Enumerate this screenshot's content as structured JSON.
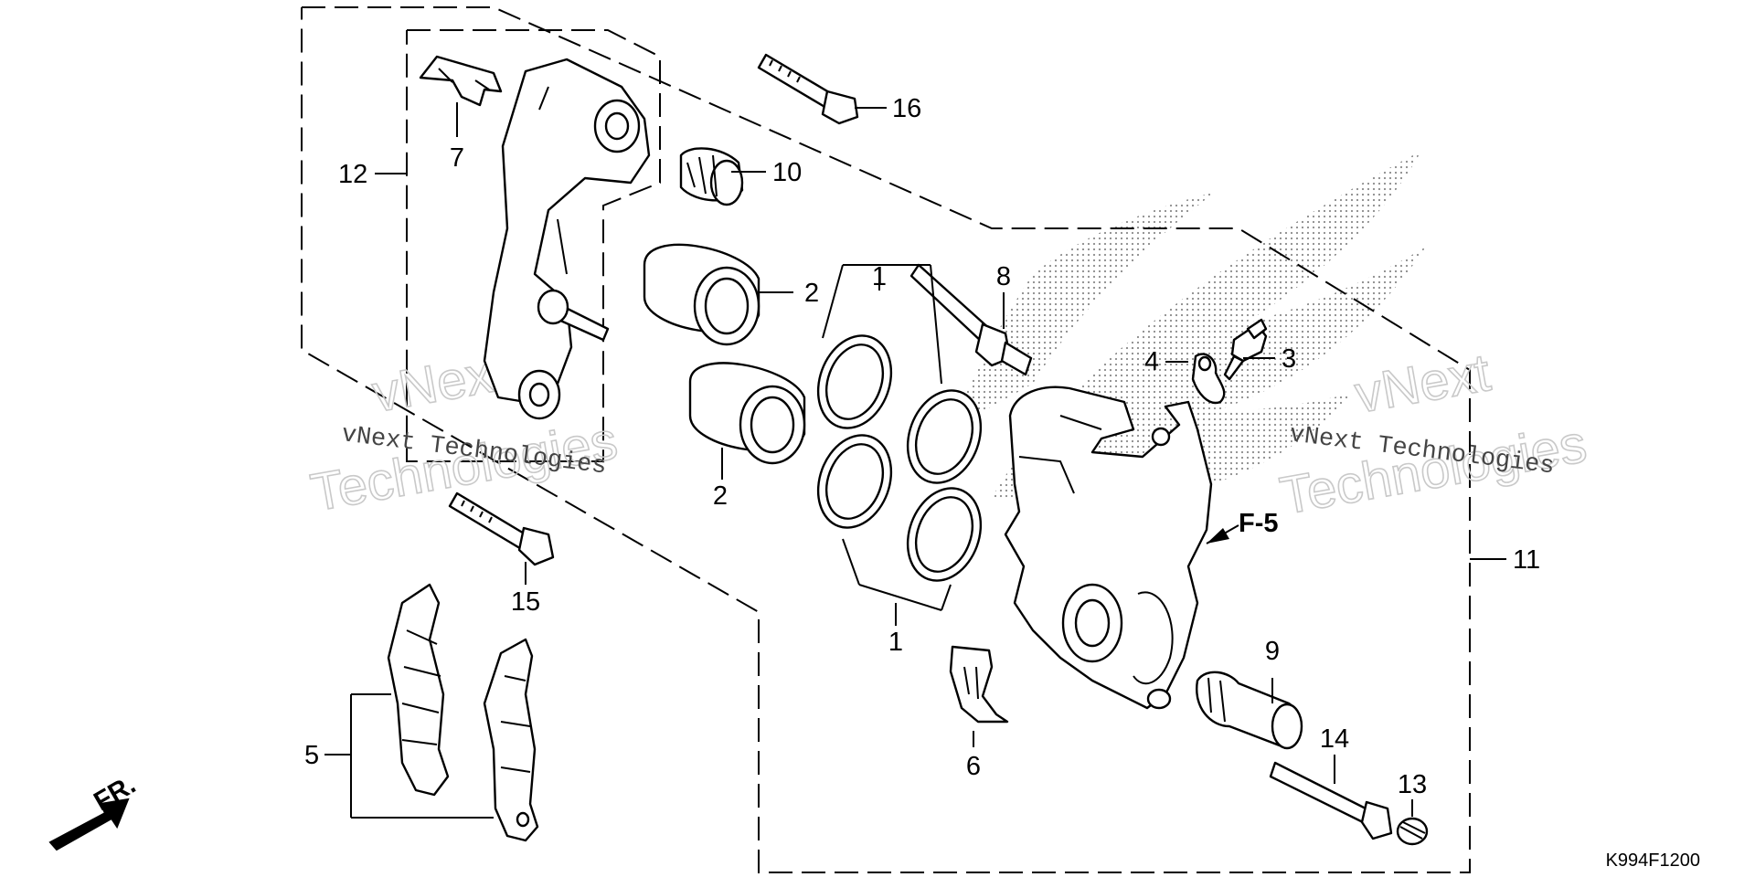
{
  "diagram": {
    "callouts": {
      "c1_top": "1",
      "c1_bottom": "1",
      "c2_top": "2",
      "c2_bottom": "2",
      "c3": "3",
      "c4": "4",
      "c5": "5",
      "c6": "6",
      "c7": "7",
      "c8": "8",
      "c9": "9",
      "c10": "10",
      "c11": "11",
      "c12": "12",
      "c13": "13",
      "c14": "14",
      "c15": "15",
      "c16": "16"
    },
    "reference_label": "F-5",
    "front_label": "FR.",
    "drawing_code": "K994F1200",
    "watermark_brand": "vNext",
    "watermark_word": "Technologies",
    "watermark_full": "vNext Technologies"
  }
}
